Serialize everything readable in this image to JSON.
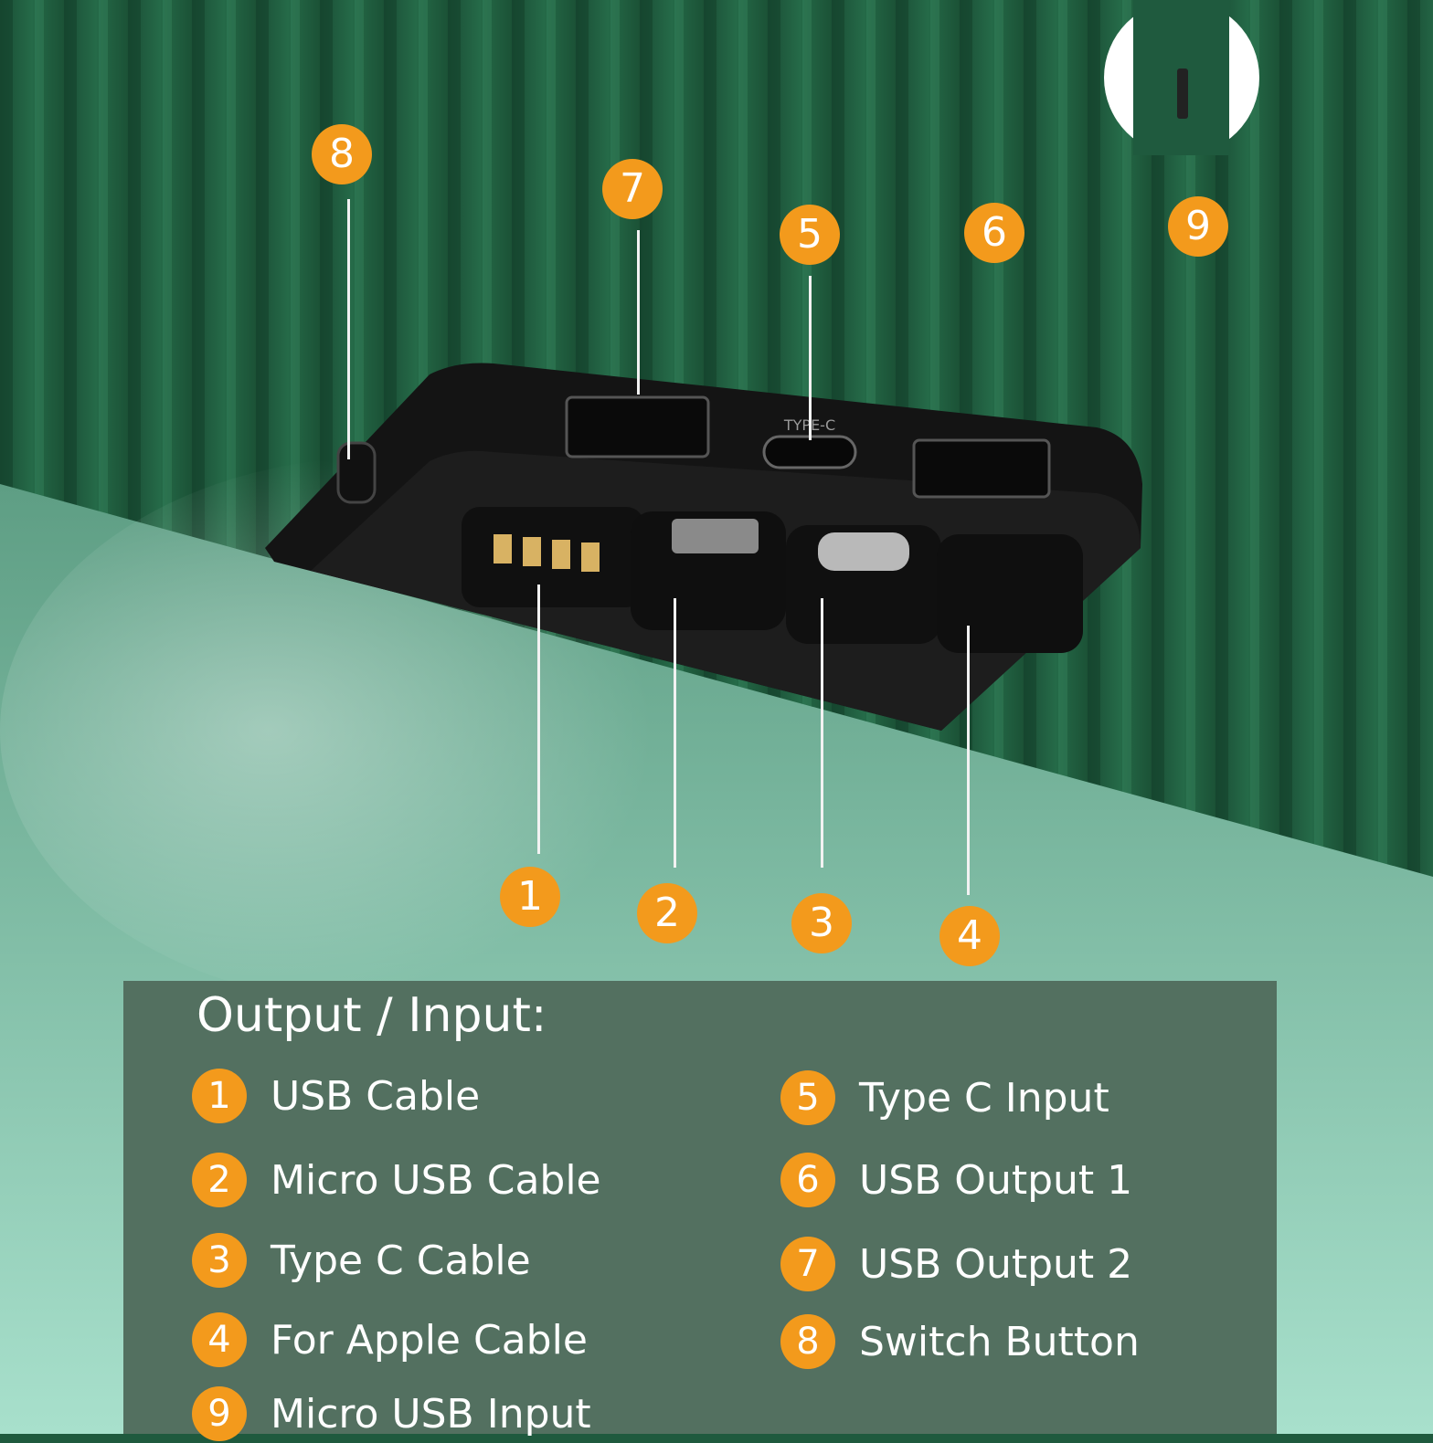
{
  "photo": {
    "port_label_type_c": "TYPE-C"
  },
  "callouts": [
    {
      "num": "1"
    },
    {
      "num": "2"
    },
    {
      "num": "3"
    },
    {
      "num": "4"
    },
    {
      "num": "5"
    },
    {
      "num": "6"
    },
    {
      "num": "7"
    },
    {
      "num": "8"
    },
    {
      "num": "9"
    }
  ],
  "legend": {
    "title": "Output / Input:",
    "items": [
      {
        "num": "1",
        "label": "USB Cable"
      },
      {
        "num": "2",
        "label": "Micro USB Cable"
      },
      {
        "num": "3",
        "label": "Type C Cable"
      },
      {
        "num": "4",
        "label": "For Apple Cable"
      },
      {
        "num": "9",
        "label": "Micro USB Input"
      },
      {
        "num": "5",
        "label": "Type C Input"
      },
      {
        "num": "6",
        "label": "USB Output 1"
      },
      {
        "num": "7",
        "label": "USB Output 2"
      },
      {
        "num": "8",
        "label": "Switch Button"
      }
    ]
  },
  "colors": {
    "curtain": "#1f5a3e",
    "floor": "#8fd0b8",
    "marker": "#f39a1c",
    "legend_panel": "#537060",
    "device": "#161616"
  }
}
